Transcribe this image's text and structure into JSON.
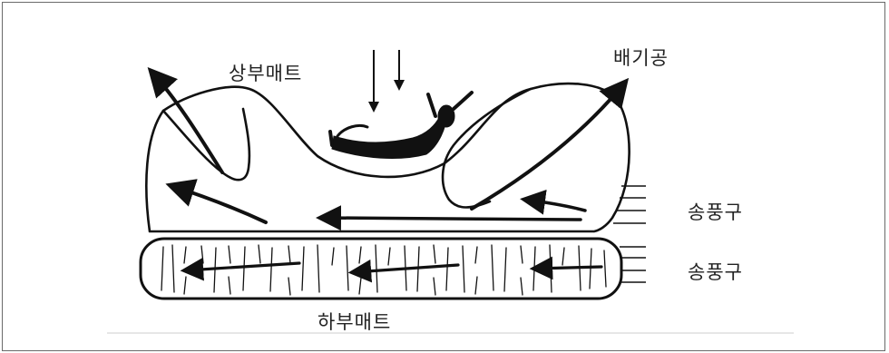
{
  "diagram": {
    "labels": {
      "upper_mat": "상부매트",
      "exhaust": "배기공",
      "blower_upper": "송풍구",
      "blower_lower": "송풍구",
      "lower_mat": "하부매트"
    },
    "colors": {
      "ink": "#111111",
      "frame": "#6a6a6a",
      "baseline": "#e6e6e6"
    }
  }
}
